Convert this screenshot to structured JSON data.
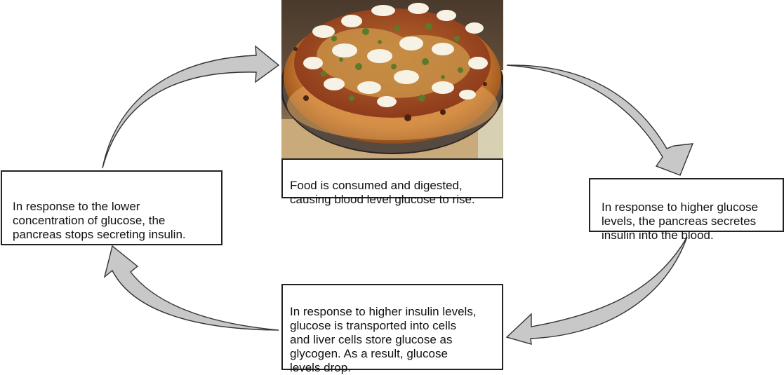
{
  "diagram": {
    "steps": [
      {
        "id": "food",
        "text": "Food is consumed and digested,\ncausing blood level glucose to rise."
      },
      {
        "id": "secrete",
        "text": "In response to higher glucose\nlevels, the pancreas secretes\ninsulin into the blood."
      },
      {
        "id": "transport",
        "text": "In response to higher insulin levels,\nglucose is transported into cells\nand liver cells store glucose as\nglycogen. As a result, glucose\nlevels drop."
      },
      {
        "id": "stop",
        "text": "In response to the lower\nconcentration of glucose, the\npancreas stops secreting insulin."
      }
    ],
    "image": {
      "subject": "pizza-photo"
    },
    "colors": {
      "arrow_fill": "#c8c8c8",
      "arrow_stroke": "#333333",
      "box_border": "#222222"
    }
  }
}
